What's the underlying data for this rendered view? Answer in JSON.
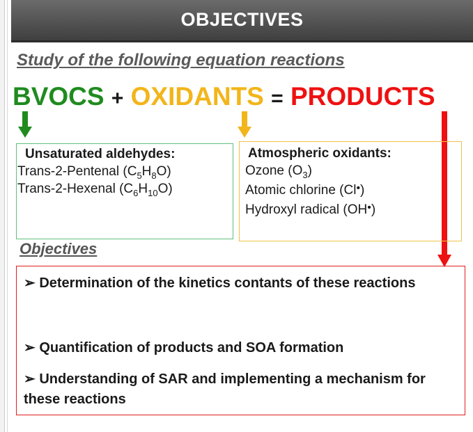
{
  "header": {
    "title": "OBJECTIVES"
  },
  "subtitle": "Study of the following equation reactions",
  "equation": {
    "reactant1": "BVOCS",
    "plus": "+",
    "reactant2": "OXIDANTS",
    "equals": "=",
    "product": "PRODUCTS"
  },
  "colors": {
    "green": "#1f8b1f",
    "orange": "#f2b51a",
    "red": "#ee1111",
    "header_bg": "#555555"
  },
  "aldehydes": {
    "heading": "Unsaturated aldehydes:",
    "items": [
      {
        "name": "Trans-2-Pentenal (",
        "formula": [
          "C",
          "5",
          "H",
          "8",
          "O"
        ],
        "close": ")"
      },
      {
        "name": "Trans-2-Hexenal (",
        "formula": [
          "C",
          "6",
          "H",
          "10",
          "O"
        ],
        "close": ")"
      }
    ]
  },
  "oxidants": {
    "heading": "Atmospheric oxidants:",
    "ozone": {
      "label": "Ozone (O",
      "sub": "3",
      "close": ")"
    },
    "chlorine": {
      "label": "Atomic chlorine (Cl",
      "dot": "•",
      "close": ")"
    },
    "hydroxyl": {
      "label": "Hydroxyl radical (OH",
      "dot": "•",
      "close": ")"
    }
  },
  "objectives": {
    "heading": "Objectives",
    "bullet": "➢",
    "items": [
      "Determination of the kinetics contants of these reactions",
      "Quantification of products and SOA formation",
      "Understanding of SAR and implementing a mechanism for these reactions"
    ]
  }
}
